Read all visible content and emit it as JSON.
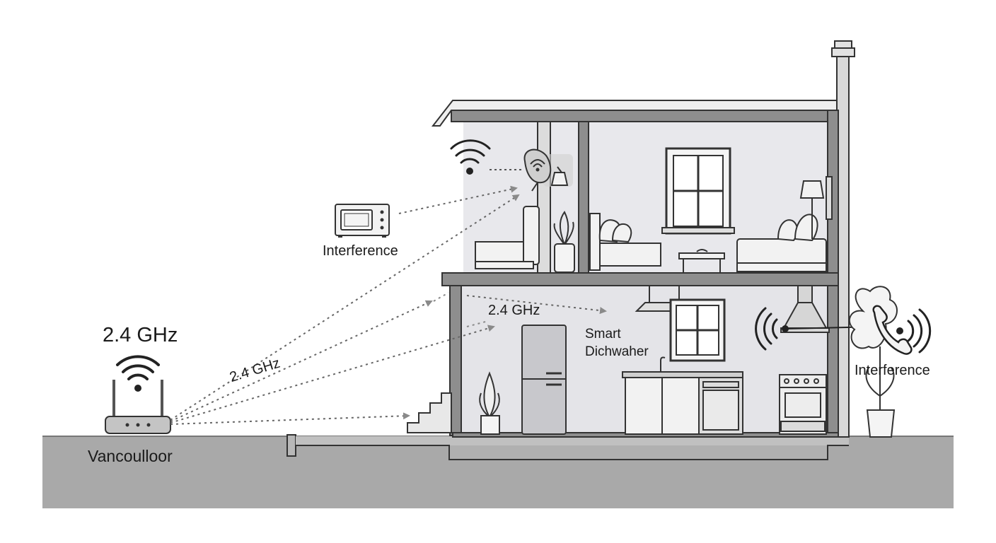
{
  "router": {
    "frequency_label": "2.4 GHz",
    "name_label": "Vancoulloor"
  },
  "microwave": {
    "label": "Interference"
  },
  "phone": {
    "label": "Interference"
  },
  "signal_labels": {
    "diagonal": "2.4 GHz",
    "ground_floor": "2.4 GHz"
  },
  "dishwasher": {
    "line1": "Smart",
    "line2": "Dichwaher"
  },
  "colors": {
    "ground": "#a9a9a9",
    "wall": "#8e8e8e",
    "interior": "#e6e6ea",
    "line": "#333333",
    "signal": "#666666"
  },
  "icons": [
    "router-icon",
    "wifi-icon",
    "microwave-icon",
    "satellite-dish-icon",
    "cordless-phone-icon",
    "refrigerator-icon",
    "stove-icon",
    "range-hood-icon",
    "sofa-icon",
    "bed-icon",
    "lamp-icon",
    "plant-icon",
    "window-icon",
    "stairs-icon",
    "chimney-icon"
  ]
}
